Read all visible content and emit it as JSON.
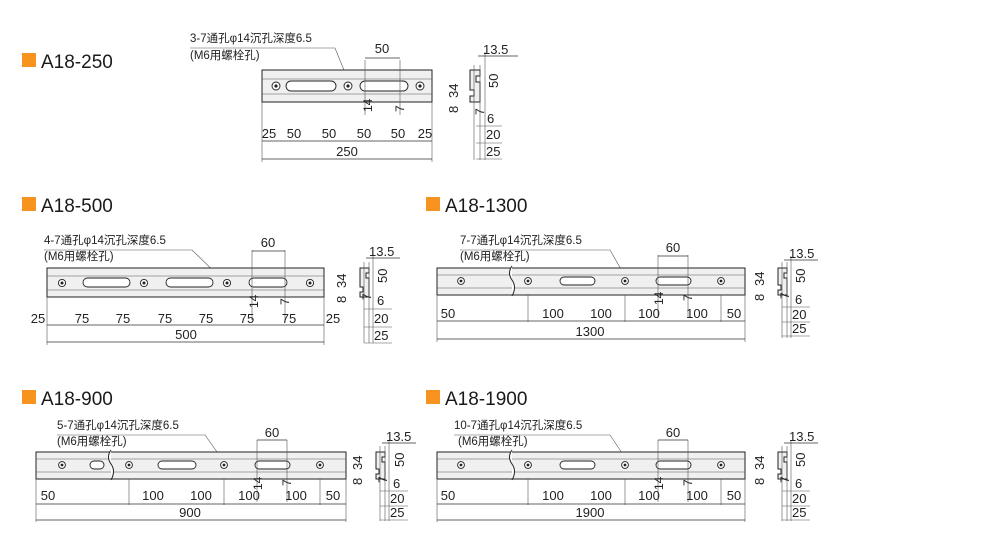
{
  "accent_color": "#f7931e",
  "hole_note": "(M6用螺栓孔)",
  "section_dims": {
    "d13_5": "13.5",
    "d8": "8",
    "d34": "34",
    "d50": "50",
    "d7": "7",
    "d6": "6",
    "d20": "20",
    "d25": "25"
  },
  "drawings": [
    {
      "id": "a18-250",
      "title": "A18-250",
      "hole_spec": "3-7通孔φ14沉孔深度6.5",
      "slot_label": "50",
      "detail_14": "14",
      "detail_7": "7",
      "pitch_labels": [
        "25",
        "50",
        "50",
        "50",
        "50",
        "25"
      ],
      "overall": "250"
    },
    {
      "id": "a18-500",
      "title": "A18-500",
      "hole_spec": "4-7通孔φ14沉孔深度6.5",
      "slot_label": "60",
      "detail_14": "14",
      "detail_7": "7",
      "pitch_labels": [
        "25",
        "75",
        "75",
        "75",
        "75",
        "75",
        "75",
        "25"
      ],
      "overall": "500"
    },
    {
      "id": "a18-1300",
      "title": "A18-1300",
      "hole_spec": "7-7通孔φ14沉孔深度6.5",
      "slot_label": "60",
      "detail_14": "14",
      "detail_7": "7",
      "pitch_labels": [
        "50",
        "100",
        "100",
        "100",
        "100",
        "50"
      ],
      "overall": "1300"
    },
    {
      "id": "a18-900",
      "title": "A18-900",
      "hole_spec": "5-7通孔φ14沉孔深度6.5",
      "slot_label": "60",
      "detail_14": "14",
      "detail_7": "7",
      "pitch_labels": [
        "50",
        "100",
        "100",
        "100",
        "100",
        "50"
      ],
      "overall": "900"
    },
    {
      "id": "a18-1900",
      "title": "A18-1900",
      "hole_spec": "10-7通孔φ14沉孔深度6.5",
      "slot_label": "60",
      "detail_14": "14",
      "detail_7": "7",
      "pitch_labels": [
        "50",
        "100",
        "100",
        "100",
        "100",
        "50"
      ],
      "overall": "1900"
    }
  ]
}
